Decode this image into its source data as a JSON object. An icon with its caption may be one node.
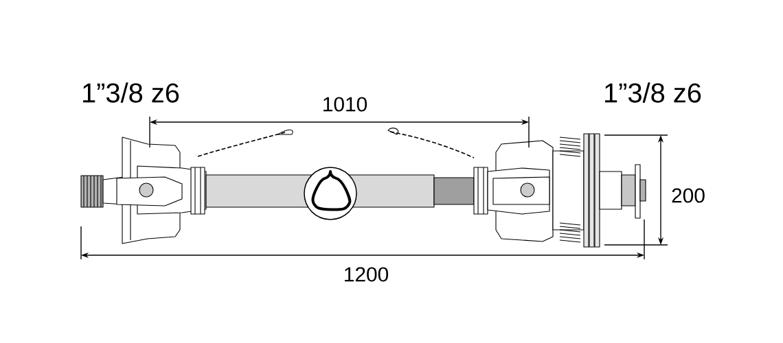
{
  "diagram": {
    "labels": [
      "1”3/8 z6",
      "1”3/8 z6",
      "1010",
      "200",
      "1200"
    ]
  }
}
